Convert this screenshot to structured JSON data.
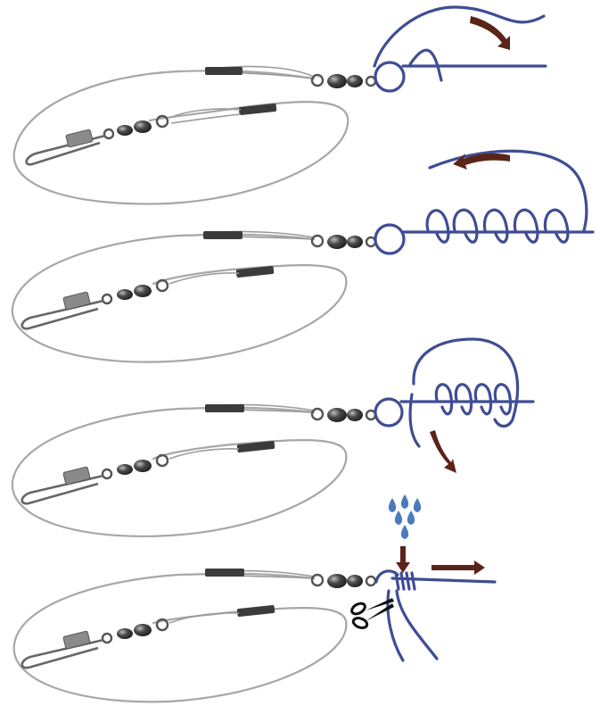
{
  "diagram": {
    "steps": [
      {
        "id": "step-1",
        "action": "pass-tag-end"
      },
      {
        "id": "step-2",
        "action": "wrap-turns"
      },
      {
        "id": "step-3",
        "action": "pass-through-loop"
      },
      {
        "id": "step-4",
        "action": "moisten-tighten-trim"
      }
    ],
    "icons": [
      "water-drops-icon",
      "scissors-icon",
      "direction-arrow-icon"
    ],
    "colors": {
      "fishing_line": "#3f4d93",
      "wire_leader": "#a7a7a7",
      "arrow": "#5b2419",
      "water": "#4a7bbd",
      "metal": "#3e3e3e"
    }
  }
}
